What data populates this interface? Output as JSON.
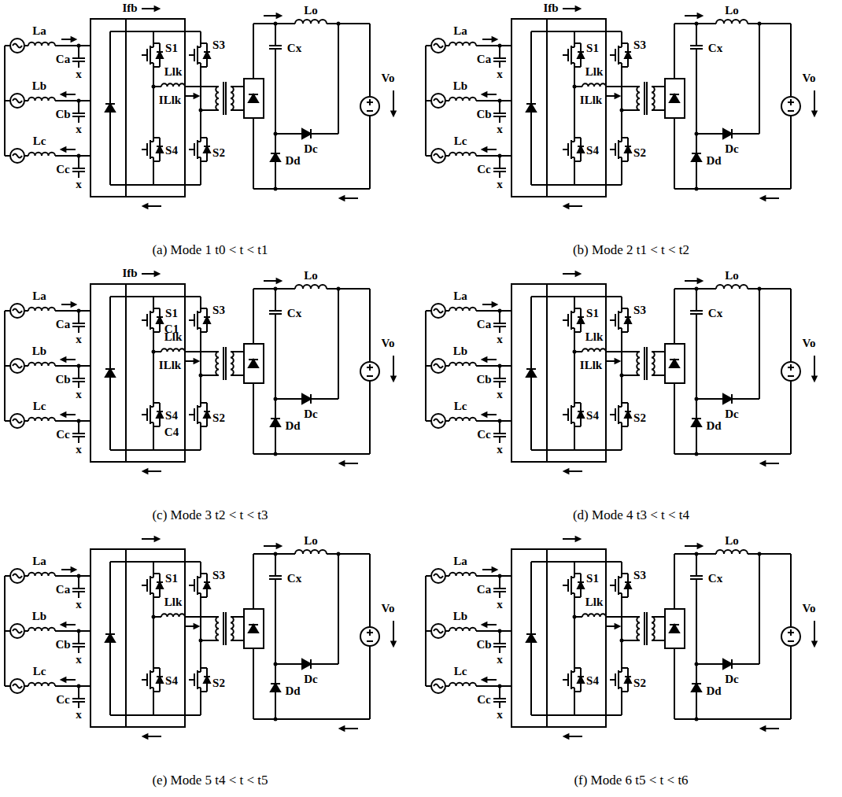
{
  "diagram": {
    "labels": [
      "La",
      "Lb",
      "Lc",
      "Ca",
      "x",
      "Cb",
      "x",
      "Cc",
      "x",
      "S1",
      "S3",
      "S4",
      "S2",
      "Lo",
      "Cx",
      "Vo",
      "Dd",
      "Dc",
      "Ifb",
      "Llk",
      "ILlk",
      "(a) Mode 1 t0 < t < t1",
      "La",
      "Lb",
      "Lc",
      "Ca",
      "x",
      "Cb",
      "x",
      "Cc",
      "x",
      "S1",
      "S3",
      "S4",
      "S2",
      "Lo",
      "Cx",
      "Vo",
      "Dd",
      "Dc",
      "Ifb",
      "Llk",
      "ILlk",
      "(b) Mode 2 t1 < t < t2",
      "La",
      "Lb",
      "Lc",
      "Ca",
      "x",
      "Cb",
      "x",
      "Cc",
      "x",
      "S1",
      "S3",
      "S4",
      "S2",
      "Lo",
      "Cx",
      "Vo",
      "Dd",
      "Dc",
      "Ifb",
      "C1",
      "C4",
      "Llk",
      "ILlk",
      "(c) Mode 3 t2 < t < t3",
      "La",
      "Lb",
      "Lc",
      "Ca",
      "x",
      "Cb",
      "x",
      "Cc",
      "x",
      "S1",
      "S3",
      "S4",
      "S2",
      "Lo",
      "Cx",
      "Vo",
      "Dd",
      "Dc",
      "Llk",
      "ILlk",
      "(d) Mode 4 t3 < t < t4",
      "La",
      "Lb",
      "Lc",
      "Ca",
      "x",
      "Cb",
      "x",
      "Cc",
      "x",
      "S1",
      "S3",
      "S4",
      "S2",
      "Lo",
      "Cx",
      "Vo",
      "Dd",
      "Dc",
      "Llk",
      "(e) Mode 5 t4 < t < t5",
      "La",
      "Lb",
      "Lc",
      "Ca",
      "x",
      "Cb",
      "x",
      "Cc",
      "x",
      "S1",
      "S3",
      "S4",
      "S2",
      "Lo",
      "Cx",
      "Vo",
      "Dd",
      "Dc",
      "Llk",
      "(f) Mode 6 t5 < t < t6"
    ]
  }
}
